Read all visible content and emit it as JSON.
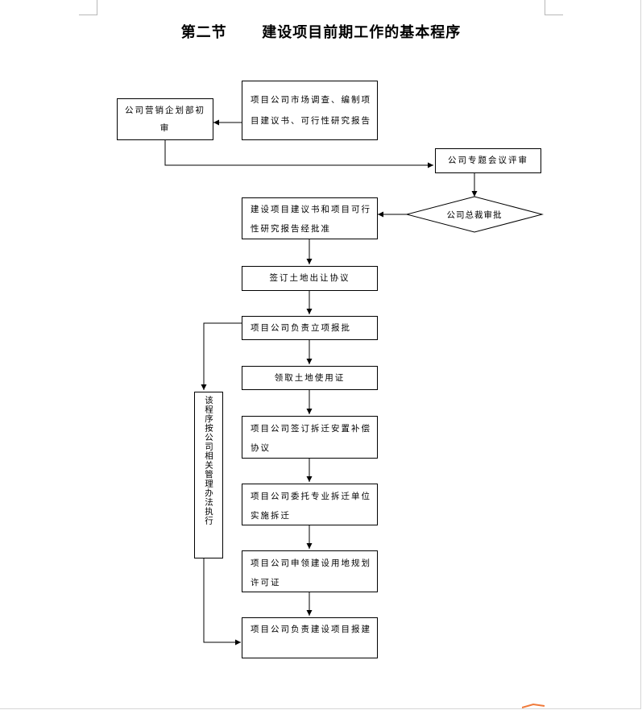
{
  "title": "第二节      建设项目前期工作的基本程序",
  "boxes": {
    "market_survey": "项目公司市场调查、编制项目建议书、可行性研究报告",
    "marketing_review": "公司营销企划部初审",
    "special_meeting": "公司专题会议评审",
    "ceo_approval": "公司总裁审批",
    "proposal_approved": "建设项目建议书和项目可行性研究报告经批准",
    "land_agreement": "签订土地出让协议",
    "project_approval": "项目公司负责立项报批",
    "land_certificate": "领取土地使用证",
    "relocation_agreement": "项目公司签订拆迁安置补偿协议",
    "relocation_contract": "项目公司委托专业拆迁单位实施拆迁",
    "planning_permit": "项目公司申领建设用地规划许可证",
    "construction_report": "项目公司负责建设项目报建"
  },
  "side_note": "该程序按公司相关管理办法执行"
}
